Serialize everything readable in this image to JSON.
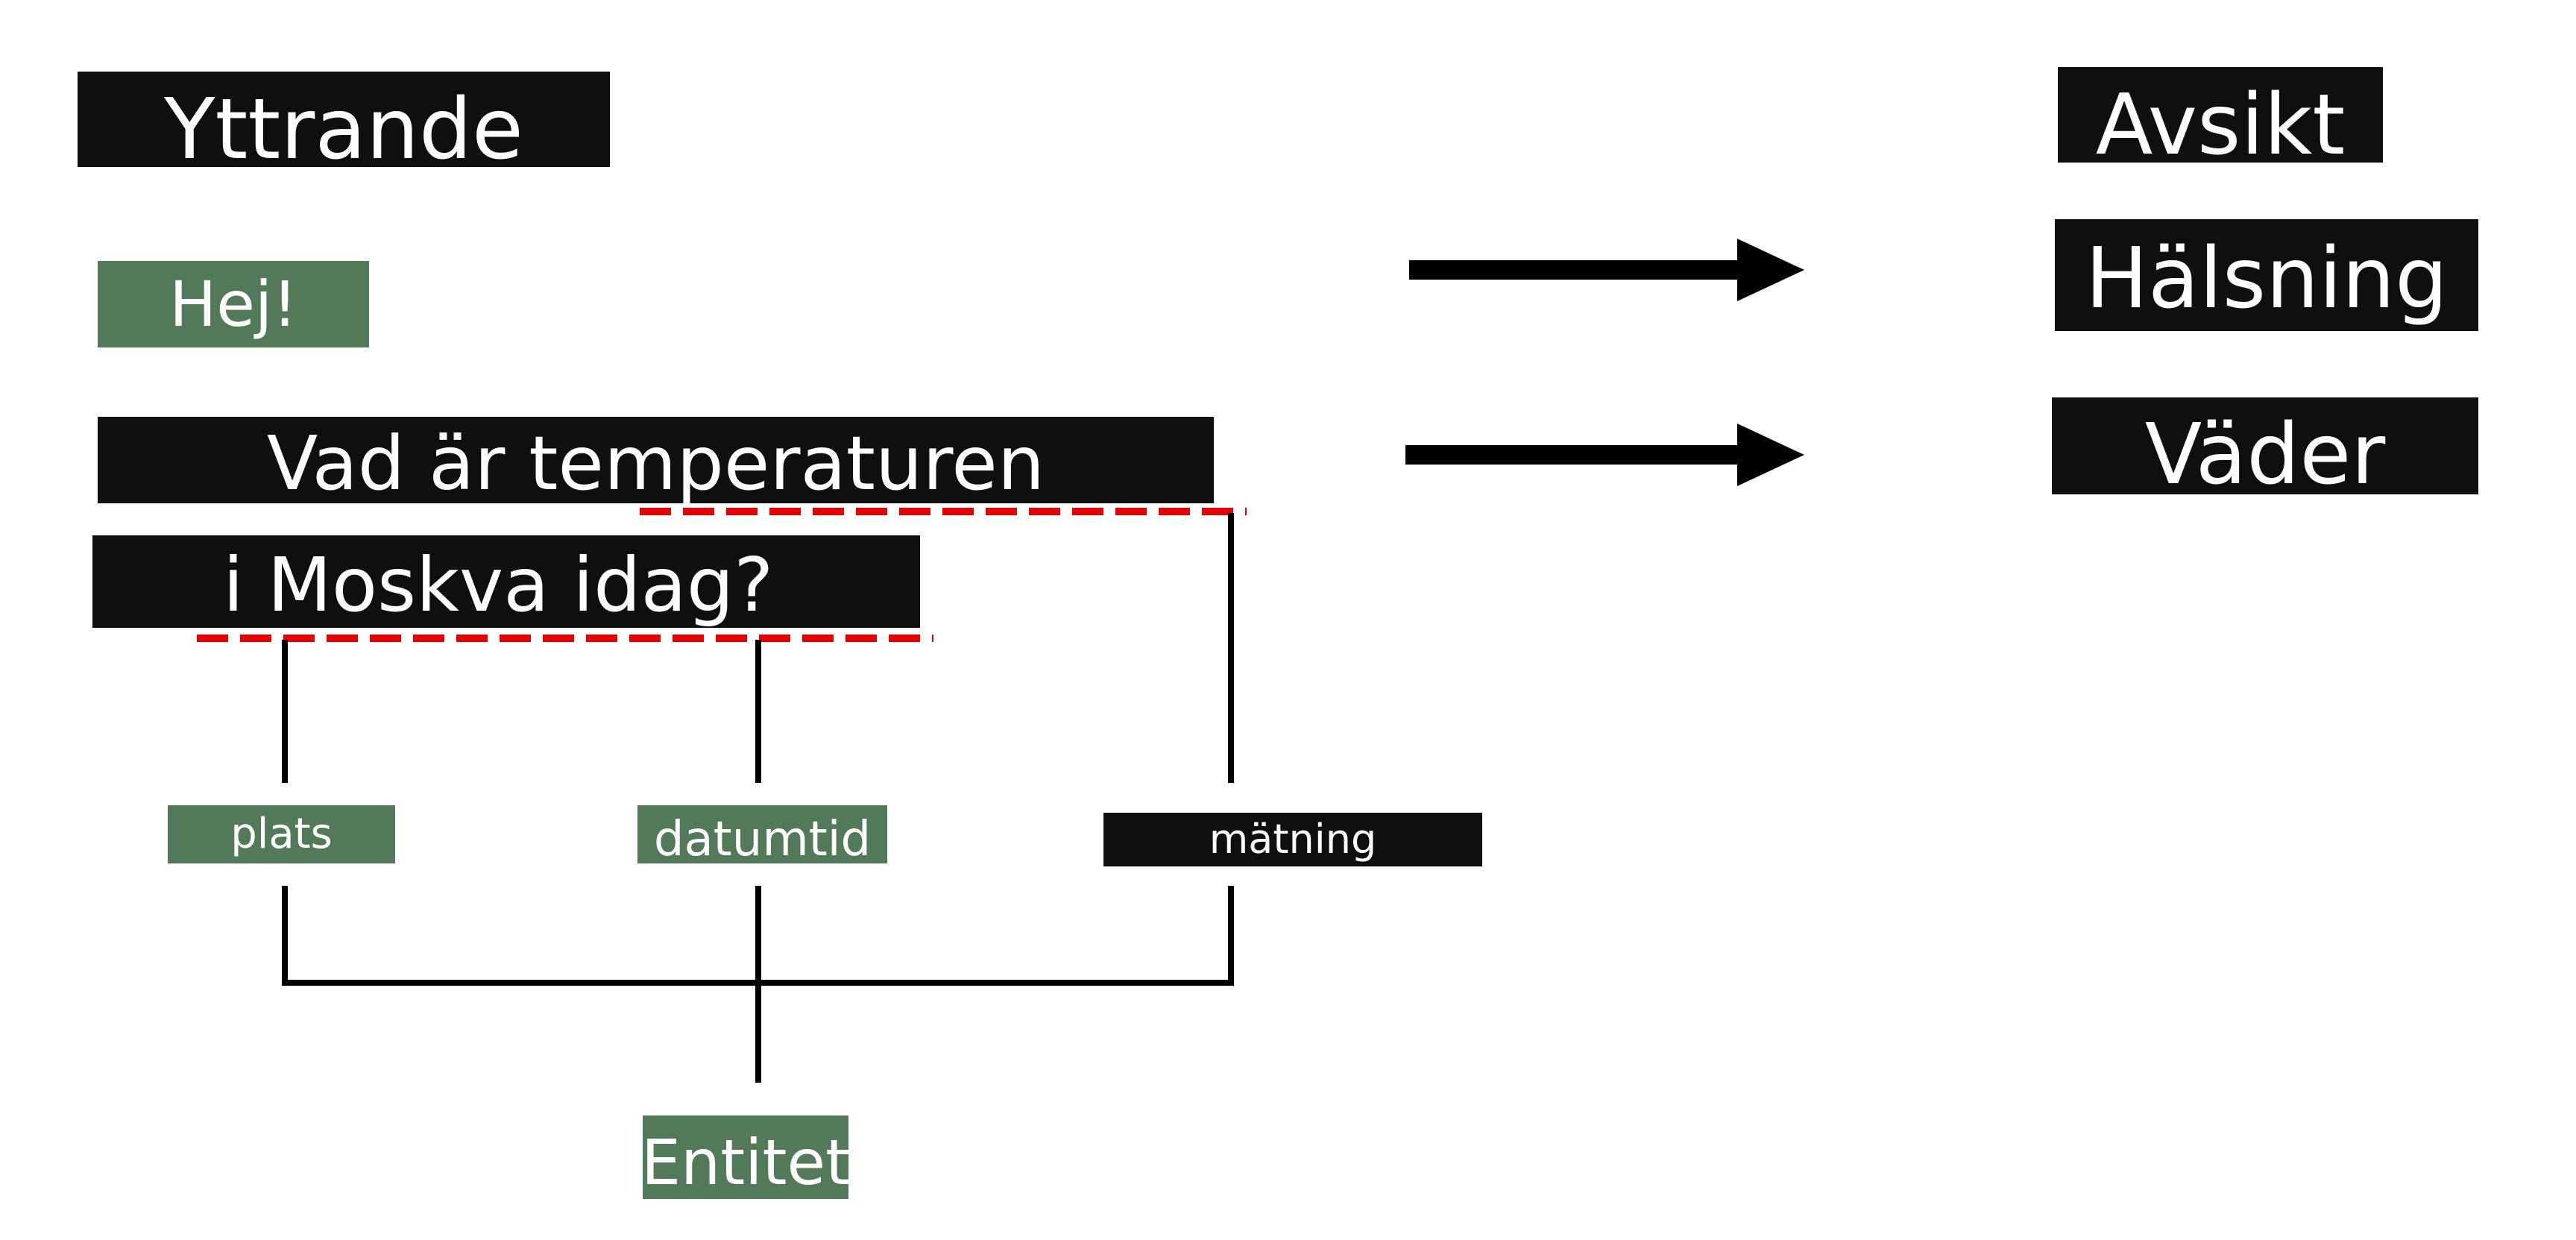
{
  "headings": {
    "utterance": "Yttrande",
    "intent": "Avsikt",
    "entity": "Entitet"
  },
  "utterances": {
    "greeting": "Hej!",
    "weather_line1": "Vad är temperaturen",
    "weather_line2": "i Moskva idag?"
  },
  "intents": {
    "greeting": "Hälsning",
    "weather": "Väder"
  },
  "entities": {
    "location": "plats",
    "datetime": "datumtid",
    "measurement": "mätning"
  },
  "colors": {
    "dark_box": "#0f0f0f",
    "green_box": "#527a58",
    "underline": "#e60000",
    "connector": "#000000"
  }
}
